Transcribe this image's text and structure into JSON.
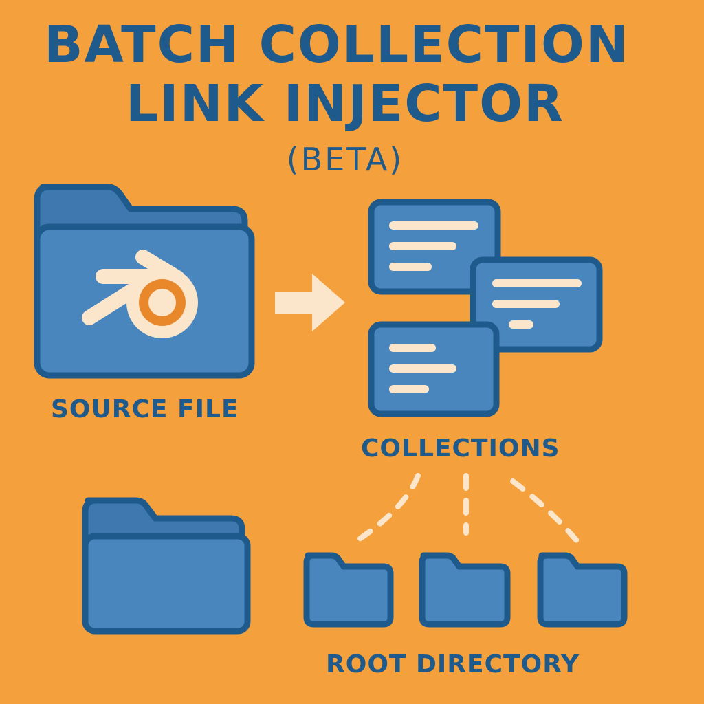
{
  "title": {
    "line1": "BATCH COLLECTION",
    "line2": "LINK INJECTOR",
    "line3": "(BETA)"
  },
  "labels": {
    "source_file": "SOURCE FILE",
    "collections": "COLLECTIONS",
    "root_directory": "ROOT DIRECTORY"
  },
  "icons": {
    "source": "blender-folder-icon",
    "arrow": "arrow-right-icon",
    "collections": "document-card-icon",
    "root": "folder-icon",
    "subfolders": "folder-icon"
  },
  "colors": {
    "background": "#F4A03C",
    "primary": "#1F5A8C",
    "folder_fill": "#4A86BE",
    "accent_light": "#FBE6CC",
    "blender_orange": "#E8882A"
  }
}
